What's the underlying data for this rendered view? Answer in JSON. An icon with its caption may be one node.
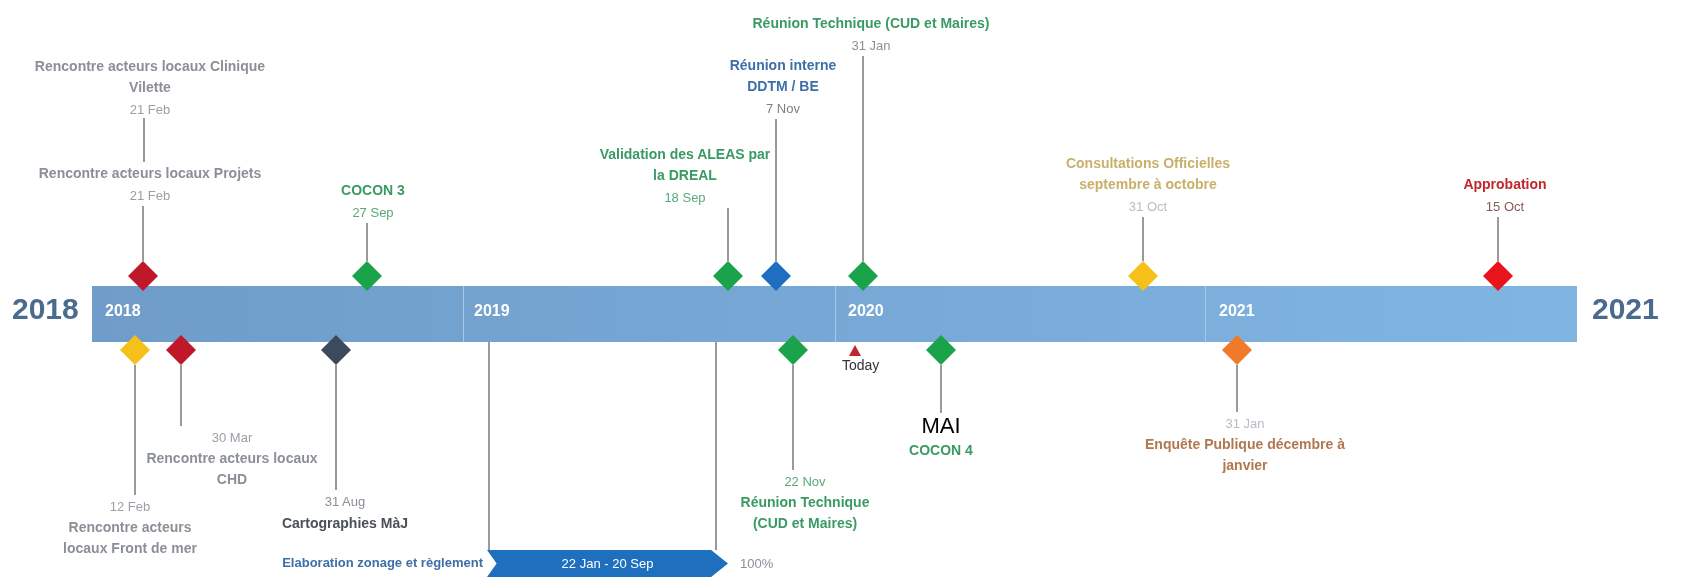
{
  "diagram": {
    "nodes": [
      {
        "text": [
          "Rencontre acteurs locaux Clinique Vilette",
          "21 Feb"
        ]
      },
      {
        "text": [
          "Rencontre acteurs locaux Projets",
          "21 Feb"
        ]
      },
      {
        "text": [
          "COCON 3",
          "27 Sep"
        ]
      },
      {
        "text": [
          "Réunion Technique (CUD et Maires)",
          "31 Jan"
        ]
      },
      {
        "text": [
          "Réunion interne DDTM / BE",
          "7 Nov"
        ]
      },
      {
        "text": [
          "Validation des ALEAS par la DREAL",
          "18 Sep"
        ]
      },
      {
        "text": [
          "Consultations Officielles septembre à octobre",
          "31 Oct"
        ]
      },
      {
        "text": [
          "Approbation",
          "15 Oct"
        ]
      },
      {
        "text": [],
        "shape": "diamond"
      },
      {
        "text": [],
        "shape": "diamond"
      },
      {
        "text": [],
        "shape": "diamond"
      },
      {
        "text": [],
        "shape": "diamond"
      },
      {
        "text": [],
        "shape": "diamond"
      },
      {
        "text": [],
        "shape": "diamond"
      },
      {
        "text": [],
        "shape": "diamond"
      },
      {
        "text": [
          "2018",
          "2019",
          "2020",
          "2021"
        ]
      },
      {
        "text": [],
        "shape": "diamond"
      },
      {
        "text": [],
        "shape": "diamond"
      },
      {
        "text": [],
        "shape": "diamond"
      },
      {
        "text": [],
        "shape": "diamond"
      },
      {
        "text": [],
        "shape": "diamond"
      },
      {
        "text": [],
        "shape": "diamond"
      },
      {
        "text": [
          "30 Mar",
          "Rencontre acteurs locaux CHD"
        ]
      },
      {
        "text": [
          "12 Feb",
          "Rencontre acteurs locaux Front de mer"
        ]
      },
      {
        "text": [
          "31 Aug",
          "Cartographies MàJ"
        ]
      },
      {
        "text": [
          "22 Nov",
          "Réunion Technique (CUD et Maires)"
        ]
      },
      {
        "text": [
          "MAI",
          "COCON 4"
        ]
      },
      {
        "text": [
          "31 Jan",
          "Enquête Publique décembre à janvier"
        ]
      },
      {
        "text": [
          "22 Jan - 20 Sep"
        ],
        "beside": [
          "Elaboration zonage et règlement",
          "100%"
        ]
      }
    ],
    "edges": [
      {
        "from": 0,
        "to": 1,
        "arrow": "none"
      },
      {
        "from": 1,
        "to": 8,
        "arrow": "none"
      },
      {
        "from": 2,
        "to": 9,
        "arrow": "none"
      },
      {
        "from": 5,
        "to": 10,
        "arrow": "none"
      },
      {
        "from": 4,
        "to": 11,
        "arrow": "none"
      },
      {
        "from": 3,
        "to": 12,
        "arrow": "none"
      },
      {
        "from": 6,
        "to": 13,
        "arrow": "none"
      },
      {
        "from": 7,
        "to": 14,
        "arrow": "none"
      },
      {
        "from": 16,
        "to": 23,
        "arrow": "none"
      },
      {
        "from": 17,
        "to": 22,
        "arrow": "none"
      },
      {
        "from": 18,
        "to": 24,
        "arrow": "none"
      },
      {
        "from": 19,
        "to": 25,
        "arrow": "none"
      },
      {
        "from": 20,
        "to": 26,
        "arrow": "none"
      },
      {
        "from": 21,
        "to": 27,
        "arrow": "none"
      },
      {
        "from": 28,
        "to": 15,
        "arrow": "none"
      },
      {
        "from": 28,
        "to": 15,
        "arrow": "none"
      }
    ],
    "labels": [
      "2018",
      "2021",
      "Today"
    ]
  }
}
